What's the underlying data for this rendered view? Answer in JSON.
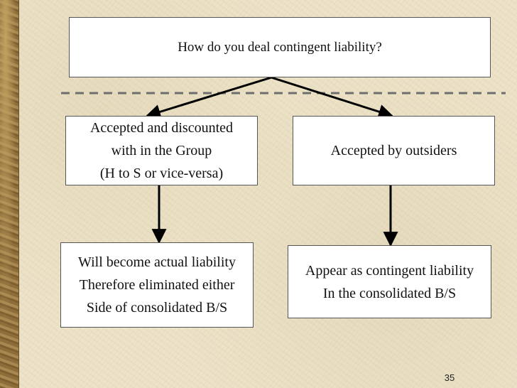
{
  "diagram": {
    "question": "How do you deal contingent liability?",
    "branches": [
      {
        "label": "Accepted and discounted\nwith in the Group\n(H to S or vice-versa)",
        "outcome": "Will become actual liability\nTherefore eliminated either\nSide of consolidated B/S"
      },
      {
        "label": "Accepted by outsiders",
        "outcome": "Appear as contingent liability\nIn the consolidated B/S"
      }
    ]
  },
  "colors": {
    "background": "#ede3c8",
    "box_fill": "#ffffff",
    "box_border": "#555555",
    "connector": "#000000",
    "dashed_rule": "#6e6e6e",
    "side_strip": "#9a7b46"
  },
  "slide": {
    "page_number": "35"
  }
}
